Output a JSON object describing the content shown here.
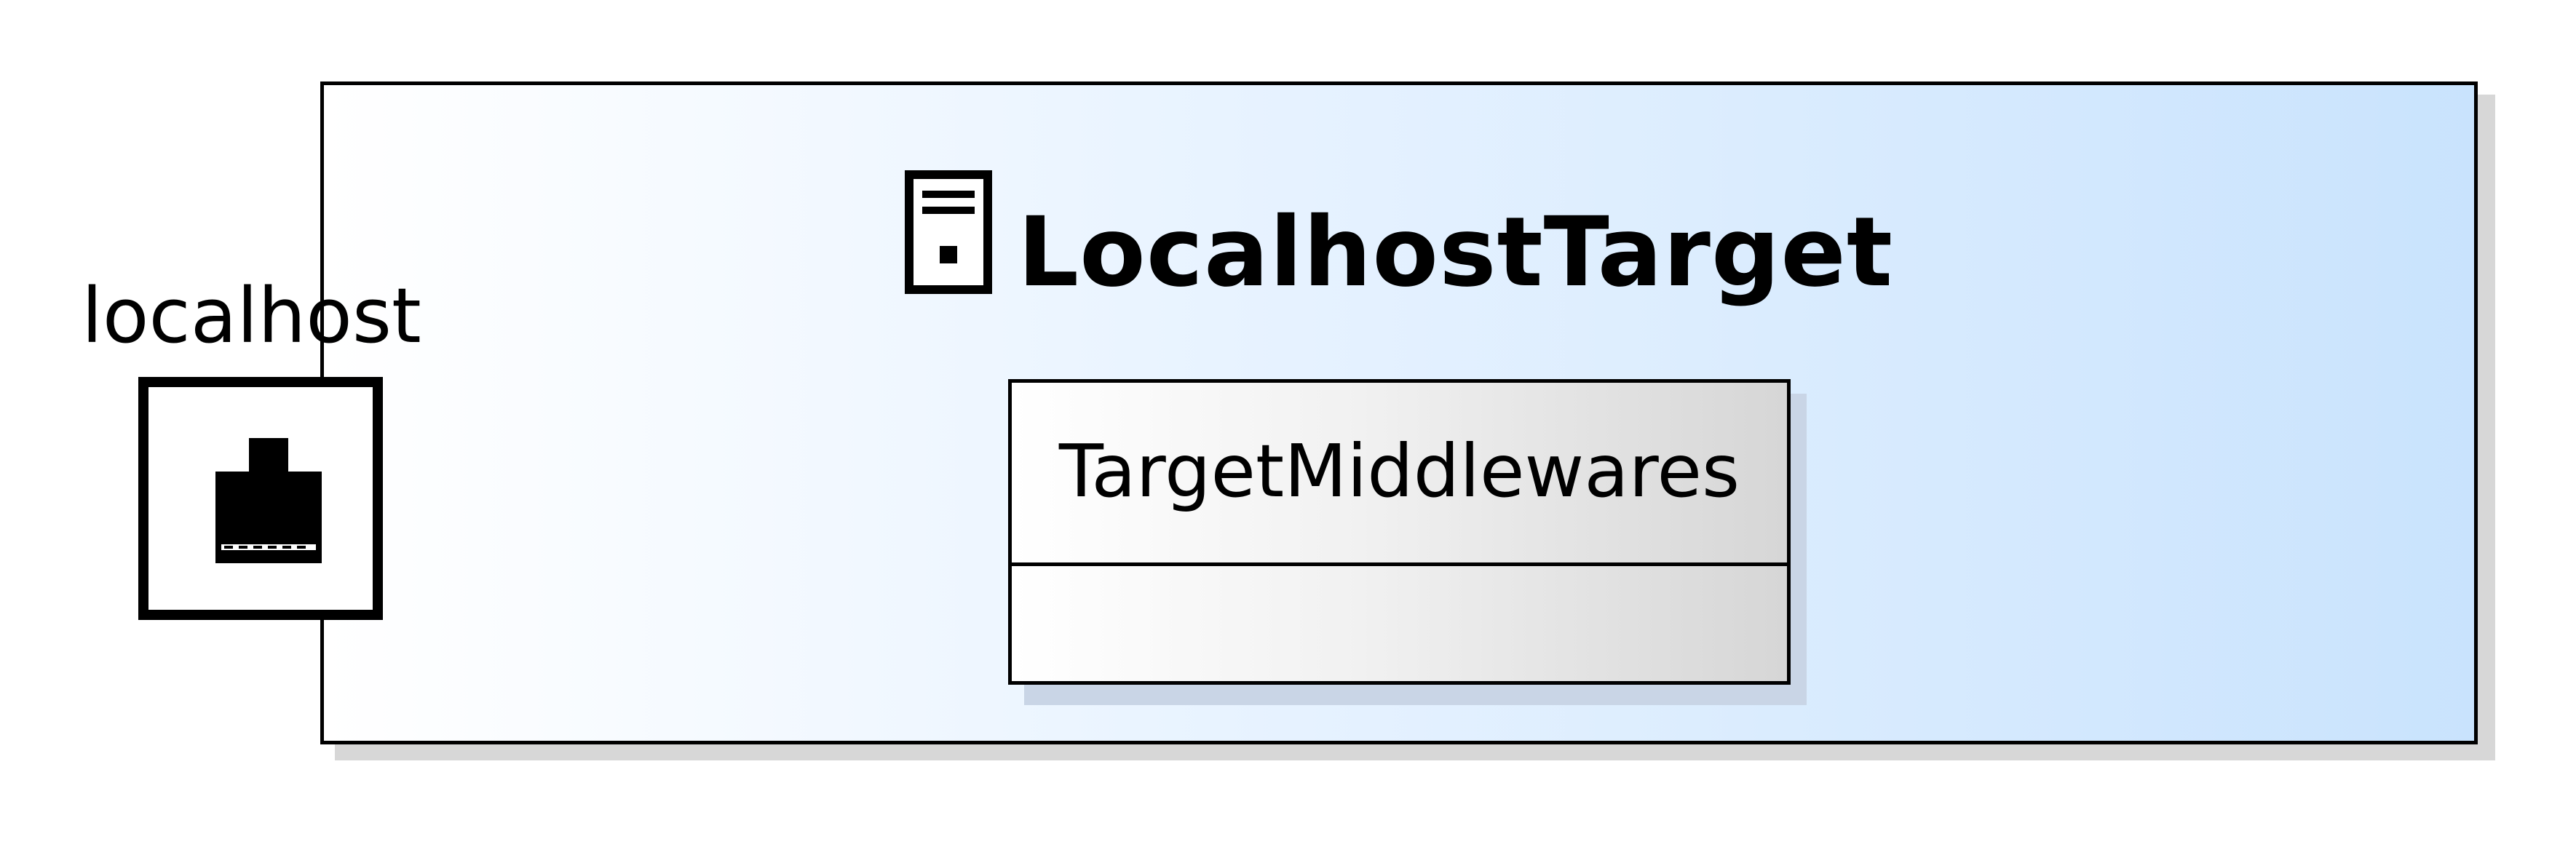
{
  "diagram": {
    "component": {
      "title": "LocalhostTarget",
      "icon": "server-icon"
    },
    "port": {
      "label": "localhost",
      "icon": "network-port-icon"
    },
    "class": {
      "name": "TargetMiddlewares"
    }
  },
  "colors": {
    "component_gradient": [
      "#ffffff",
      "#c9e3fd"
    ],
    "class_gradient": [
      "#ffffff",
      "#d6d6d6"
    ],
    "stroke": "#000000"
  }
}
